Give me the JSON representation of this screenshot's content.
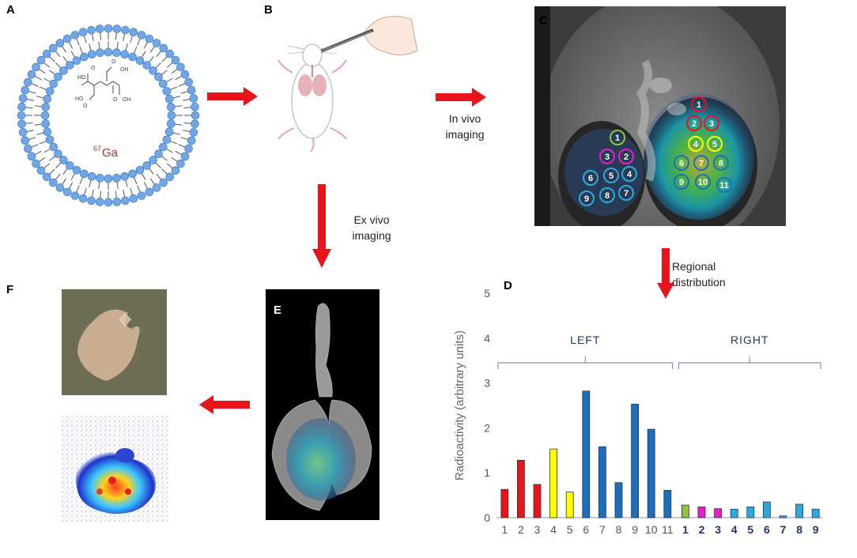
{
  "panels": {
    "a": {
      "letter": "A",
      "isotope_mass": "67",
      "isotope_symbol": "Ga"
    },
    "b": {
      "letter": "B"
    },
    "c": {
      "letter": "C",
      "left_rois": [
        "1",
        "2",
        "3",
        "4",
        "5",
        "6",
        "7",
        "8",
        "9"
      ],
      "right_rois": [
        "1",
        "2",
        "3",
        "4",
        "5",
        "6",
        "7",
        "8",
        "9",
        "10",
        "11"
      ]
    },
    "d": {
      "letter": "D"
    },
    "e": {
      "letter": "E"
    },
    "f": {
      "letter": "F"
    }
  },
  "arrows": {
    "in_vivo": [
      "In vivo",
      "imaging"
    ],
    "ex_vivo": [
      "Ex vivo",
      "imaging"
    ],
    "regional": [
      "Regional",
      "distribution"
    ]
  },
  "colors": {
    "arrow": "#e8141b",
    "lipid_head": "#6fa7e8",
    "red": "#e8141b",
    "yellow": "#ffff00",
    "blue": "#1b6fc0",
    "green": "#8cc63f",
    "magenta": "#e61fc8",
    "cyan": "#29abe2",
    "axis_text": "#1f3864",
    "bracket": "#8497b0"
  },
  "chart_data": {
    "type": "bar",
    "title": "",
    "ylabel": "Radioactivity (arbitrary units)",
    "ylim": [
      0,
      5
    ],
    "yticks": [
      "0",
      "1",
      "2",
      "3",
      "4",
      "5"
    ],
    "groups": [
      {
        "name": "LEFT",
        "categories": [
          "1",
          "2",
          "3",
          "4",
          "5",
          "6",
          "7",
          "8",
          "9",
          "10",
          "11"
        ],
        "values": [
          0.63,
          1.28,
          0.74,
          1.53,
          0.57,
          2.82,
          1.58,
          0.78,
          2.53,
          1.97,
          0.61
        ],
        "colors": [
          "#e8141b",
          "#e8141b",
          "#e8141b",
          "#ffff00",
          "#ffff00",
          "#1b6fc0",
          "#1b6fc0",
          "#1b6fc0",
          "#1b6fc0",
          "#1b6fc0",
          "#1b6fc0"
        ]
      },
      {
        "name": "RIGHT",
        "categories": [
          "1",
          "2",
          "3",
          "4",
          "5",
          "6",
          "7",
          "8",
          "9"
        ],
        "values": [
          0.28,
          0.24,
          0.2,
          0.19,
          0.24,
          0.35,
          0.04,
          0.3,
          0.19
        ],
        "colors": [
          "#8cc63f",
          "#e61fc8",
          "#e61fc8",
          "#29abe2",
          "#29abe2",
          "#29abe2",
          "#29abe2",
          "#29abe2",
          "#29abe2"
        ]
      }
    ]
  }
}
